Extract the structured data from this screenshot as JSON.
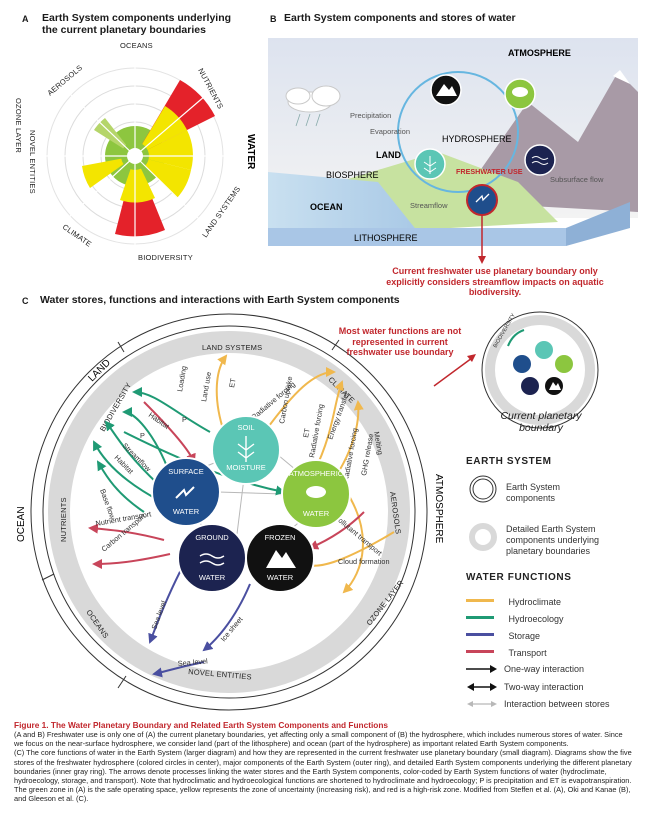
{
  "panel_a": {
    "letter": "A",
    "title": "Earth System components underlying the current planetary boundaries",
    "segments": [
      "OCEANS",
      "NUTRIENTS",
      "WATER",
      "LAND SYSTEMS",
      "BIODIVERSITY",
      "CLIMATE",
      "NOVEL ENTITIES",
      "OZONE LAYER",
      "AEROSOLS"
    ]
  },
  "panel_b": {
    "letter": "B",
    "title": "Earth System components and stores of water",
    "labels": {
      "atmosphere": "ATMOSPHERE",
      "hydrosphere": "HYDROSPHERE",
      "land": "LAND",
      "biosphere": "BIOSPHERE",
      "ocean": "OCEAN",
      "lithosphere": "LITHOSPHERE",
      "precipitation": "Precipitation",
      "evaporation": "Evaporation",
      "streamflow": "Streamflow",
      "subsurface_flow": "Subsurface flow",
      "freshwater_use": "FRESHWATER USE"
    },
    "stores": {
      "frozen": "FROZEN WATER",
      "atmospheric": "ATMOSPHERIC WATER",
      "ground": "GROUND WATER",
      "surface": "SURFACE WATER",
      "soil": "SOIL MOISTURE"
    },
    "note": "Current freshwater use planetary boundary only explicitly considers streamflow impacts on aquatic biodiversity."
  },
  "panel_c": {
    "letter": "C",
    "title": "Water stores, functions and interactions with Earth System components",
    "outer_labels": {
      "land": "LAND",
      "ocean": "OCEAN",
      "atmosphere": "ATMOSPHERE"
    },
    "ring_labels": [
      "LAND SYSTEMS",
      "CLIMATE",
      "AEROSOLS",
      "OZONE LAYER",
      "NOVEL ENTITIES",
      "OCEANS",
      "NUTRIENTS",
      "BIODIVERSITY"
    ],
    "stores": {
      "soil": [
        "SOIL",
        "MOISTURE"
      ],
      "atmospheric": [
        "ATMOSPHERIC",
        "WATER"
      ],
      "surface": [
        "SURFACE",
        "WATER"
      ],
      "ground": [
        "GROUND",
        "WATER"
      ],
      "frozen": [
        "FROZEN",
        "WATER"
      ]
    },
    "arrow_labels": [
      "Loading",
      "Land use",
      "ET",
      "Radiative forcing",
      "Carbon uptake",
      "ET",
      "Radiative forcing",
      "Energy transfer",
      "Habitat",
      "P",
      "P",
      "Streamflow",
      "Habitat",
      "Base flow",
      "Radiative forcing",
      "GHG release",
      "Melting",
      "Nutrient transport",
      "Carbon transport",
      "Pollutant transport",
      "Cloud formation",
      "Sea level",
      "Ice sheet",
      "Sea level"
    ],
    "note": "Most water functions are not represented in current freshwater use boundary",
    "small_label": "BIODIVERSITY",
    "small_caption": "Current planetary boundary"
  },
  "legend": {
    "earth_system_title": "EARTH SYSTEM",
    "earth_system_components": "Earth System components",
    "detailed_components": "Detailed Earth System components underlying planetary boundaries",
    "water_functions_title": "WATER FUNCTIONS",
    "functions": [
      {
        "label": "Hydroclimate",
        "color": "#f0b84d"
      },
      {
        "label": "Hydroecology",
        "color": "#1f9a74"
      },
      {
        "label": "Storage",
        "color": "#4a4fa0"
      },
      {
        "label": "Transport",
        "color": "#c8455a"
      }
    ],
    "one_way": "One-way interaction",
    "two_way": "Two-way interaction",
    "between_stores": "Interaction between stores"
  },
  "caption": {
    "title": "Figure 1. The Water Planetary Boundary and Related Earth System Components and Functions",
    "p1": "(A and B) Freshwater use is only one of (A) the current planetary boundaries, yet affecting only a small component of (B) the hydrosphere, which includes numerous stores of water. Since we focus on the near-surface hydrosphere, we consider land (part of the lithosphere) and ocean (part of the hydrosphere) as important related Earth System components.",
    "p2": "(C) The core functions of water in the Earth System (larger diagram) and how they are represented in the current freshwater use planetary boundary (small diagram). Diagrams show the five stores of the freshwater hydrosphere (colored circles in center), major components of the Earth System (outer ring), and detailed Earth System components underlying the different planetary boundaries (inner gray ring). The arrows denote processes linking the water stores and the Earth System components, color-coded by Earth System functions of water (hydroclimate, hydroecology, storage, and transport). Note that hydroclimatic and hydroecological functions are shortened to hydroclimate and hydroecology; P is precipitation and ET is evapotranspiration. The green zone in (A) is the safe operating space, yellow represents the zone of uncertainty (increasing risk), and red is a high-risk zone. Modified from Steffen et al. (A), Oki and Kanae (B), and Gleeson et al. (C)."
  },
  "colors": {
    "soil": "#5bc6b5",
    "atmospheric": "#8cc63f",
    "surface": "#1f4e8c",
    "ground": "#1c2350",
    "frozen": "#111111",
    "red": "#c1272d",
    "ring_gray": "#d9d9d9",
    "hydroclimate": "#f0b84d",
    "hydroecology": "#1f9a74",
    "storage": "#4a4fa0",
    "transport": "#c8455a"
  }
}
